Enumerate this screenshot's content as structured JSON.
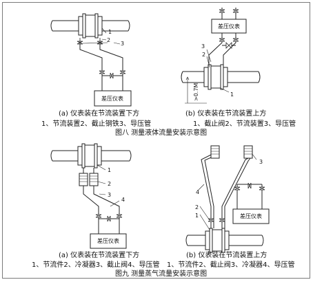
{
  "dp_instrument": "差压仪表",
  "figure8": {
    "a": {
      "caption": "(a) 仪表装在节流装置下方",
      "legend": "1、节流装置2、截止钢铁3、导压管",
      "labels": [
        "1",
        "2",
        "3"
      ]
    },
    "b": {
      "caption": "(b) 仪表装在节流装置上方",
      "legend": "1、截止阀2、节流装置3、导压管",
      "labels": [
        "1",
        "2",
        "3"
      ],
      "dimension": ">0.7M"
    },
    "title": "图八  测量液体流量安装示意图"
  },
  "figure9": {
    "a": {
      "caption": "(a) 仪表装在节流装置下方",
      "legend": "1、节流件2、冷凝器3、截止阀4、导压管",
      "labels": [
        "1",
        "2",
        "3",
        "4"
      ]
    },
    "b": {
      "caption": "(b) 仪表装在节流装置上方",
      "legend": "1、节流件2、截止阀3、冷凝器4、导压管",
      "labels": [
        "1",
        "2",
        "3",
        "4"
      ]
    },
    "title": "图九  测量蒸气流量安装示意图"
  }
}
